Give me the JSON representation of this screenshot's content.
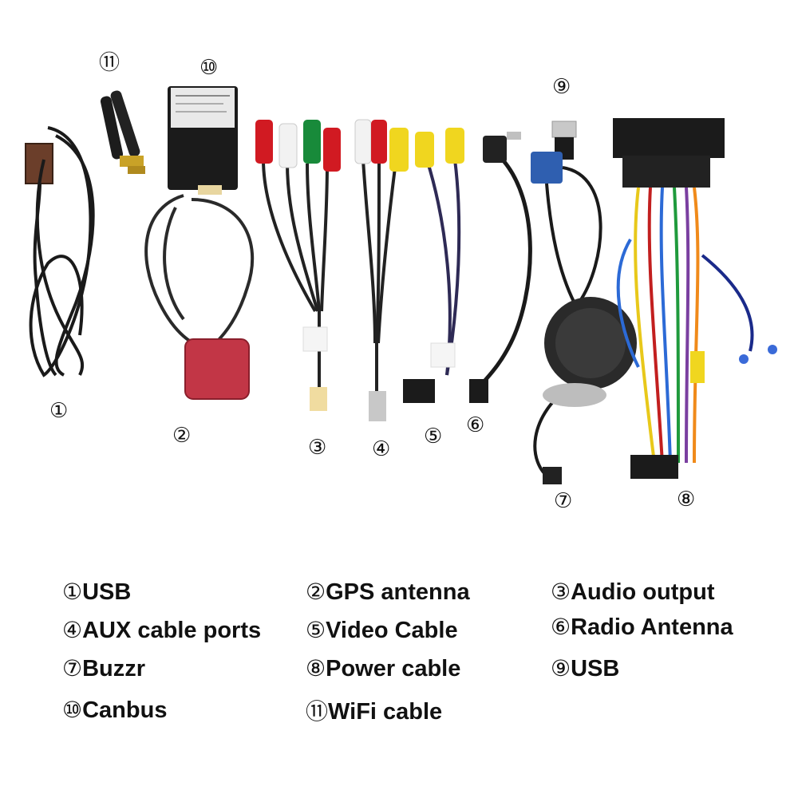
{
  "photo_labels": [
    "⑪",
    "⑩",
    "⑨",
    "①",
    "②",
    "③",
    "④",
    "⑤",
    "⑥",
    "⑦",
    "⑧"
  ],
  "legend": [
    {
      "num": "①",
      "text": "USB"
    },
    {
      "num": "②",
      "text": "GPS antenna"
    },
    {
      "num": "③",
      "text": "Audio output"
    },
    {
      "num": "④",
      "text": "AUX cable ports"
    },
    {
      "num": "⑤",
      "text": "Video Cable"
    },
    {
      "num": "⑥",
      "text": "Radio Antenna"
    },
    {
      "num": "⑦",
      "text": "Buzzr"
    },
    {
      "num": "⑧",
      "text": "Power cable"
    },
    {
      "num": "⑨",
      "text": "USB"
    },
    {
      "num": "⑩",
      "text": "Canbus"
    },
    {
      "num": "⑪",
      "text": "WiFi cable"
    }
  ]
}
